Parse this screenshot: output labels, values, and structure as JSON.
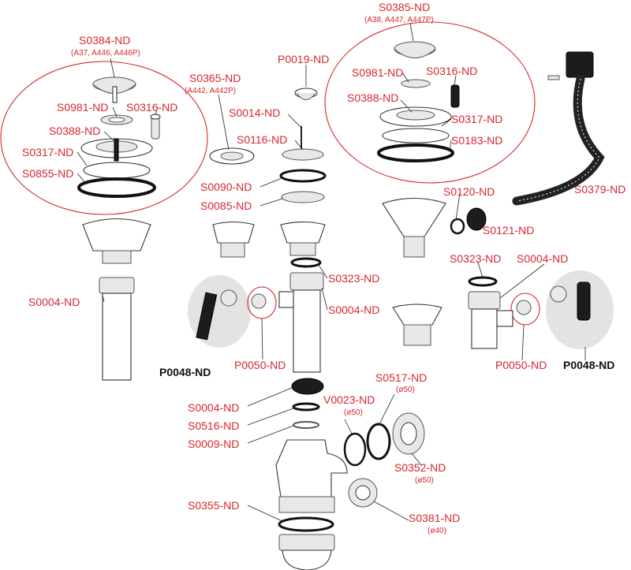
{
  "labels": {
    "S0384": "S0384-ND",
    "S0384_sub": "(A37, A446, A446P)",
    "S0385": "S0385-ND",
    "S0385_sub": "(A38, A447, A447P)",
    "S0365": "S0365-ND",
    "S0365_sub": "(A442, A442P)",
    "P0019": "P0019-ND",
    "S0981_l": "S0981-ND",
    "S0316_l": "S0316-ND",
    "S0388_l": "S0388-ND",
    "S0317_l": "S0317-ND",
    "S0855": "S0855-ND",
    "S0981_r": "S0981-ND",
    "S0316_r": "S0316-ND",
    "S0388_r": "S0388-ND",
    "S0317_r": "S0317-ND",
    "S0183": "S0183-ND",
    "S0014": "S0014-ND",
    "S0116": "S0116-ND",
    "S0090": "S0090-ND",
    "S0085": "S0085-ND",
    "S0379": "S0379-ND",
    "S0120": "S0120-ND",
    "S0121": "S0121-ND",
    "S0323_c": "S0323-ND",
    "S0323_r": "S0323-ND",
    "S0004_l": "S0004-ND",
    "S0004_c": "S0004-ND",
    "S0004_r": "S0004-ND",
    "S0004_b": "S0004-ND",
    "P0050_c": "P0050-ND",
    "P0050_r": "P0050-ND",
    "P0048_l": "P0048-ND",
    "P0048_r": "P0048-ND",
    "S0517": "S0517-ND",
    "S0517_sub": "(ø50)",
    "V0023": "V0023-ND",
    "V0023_sub": "(ø50)",
    "S0516": "S0516-ND",
    "S0009": "S0009-ND",
    "S0352": "S0352-ND",
    "S0352_sub": "(ø50)",
    "S0355": "S0355-ND",
    "S0381": "S0381-ND",
    "S0381_sub": "(ø40)"
  },
  "colors": {
    "label": "#d6282e",
    "bold_label": "#111111",
    "outline": "#333333",
    "highlight": "#e3e3e3"
  }
}
